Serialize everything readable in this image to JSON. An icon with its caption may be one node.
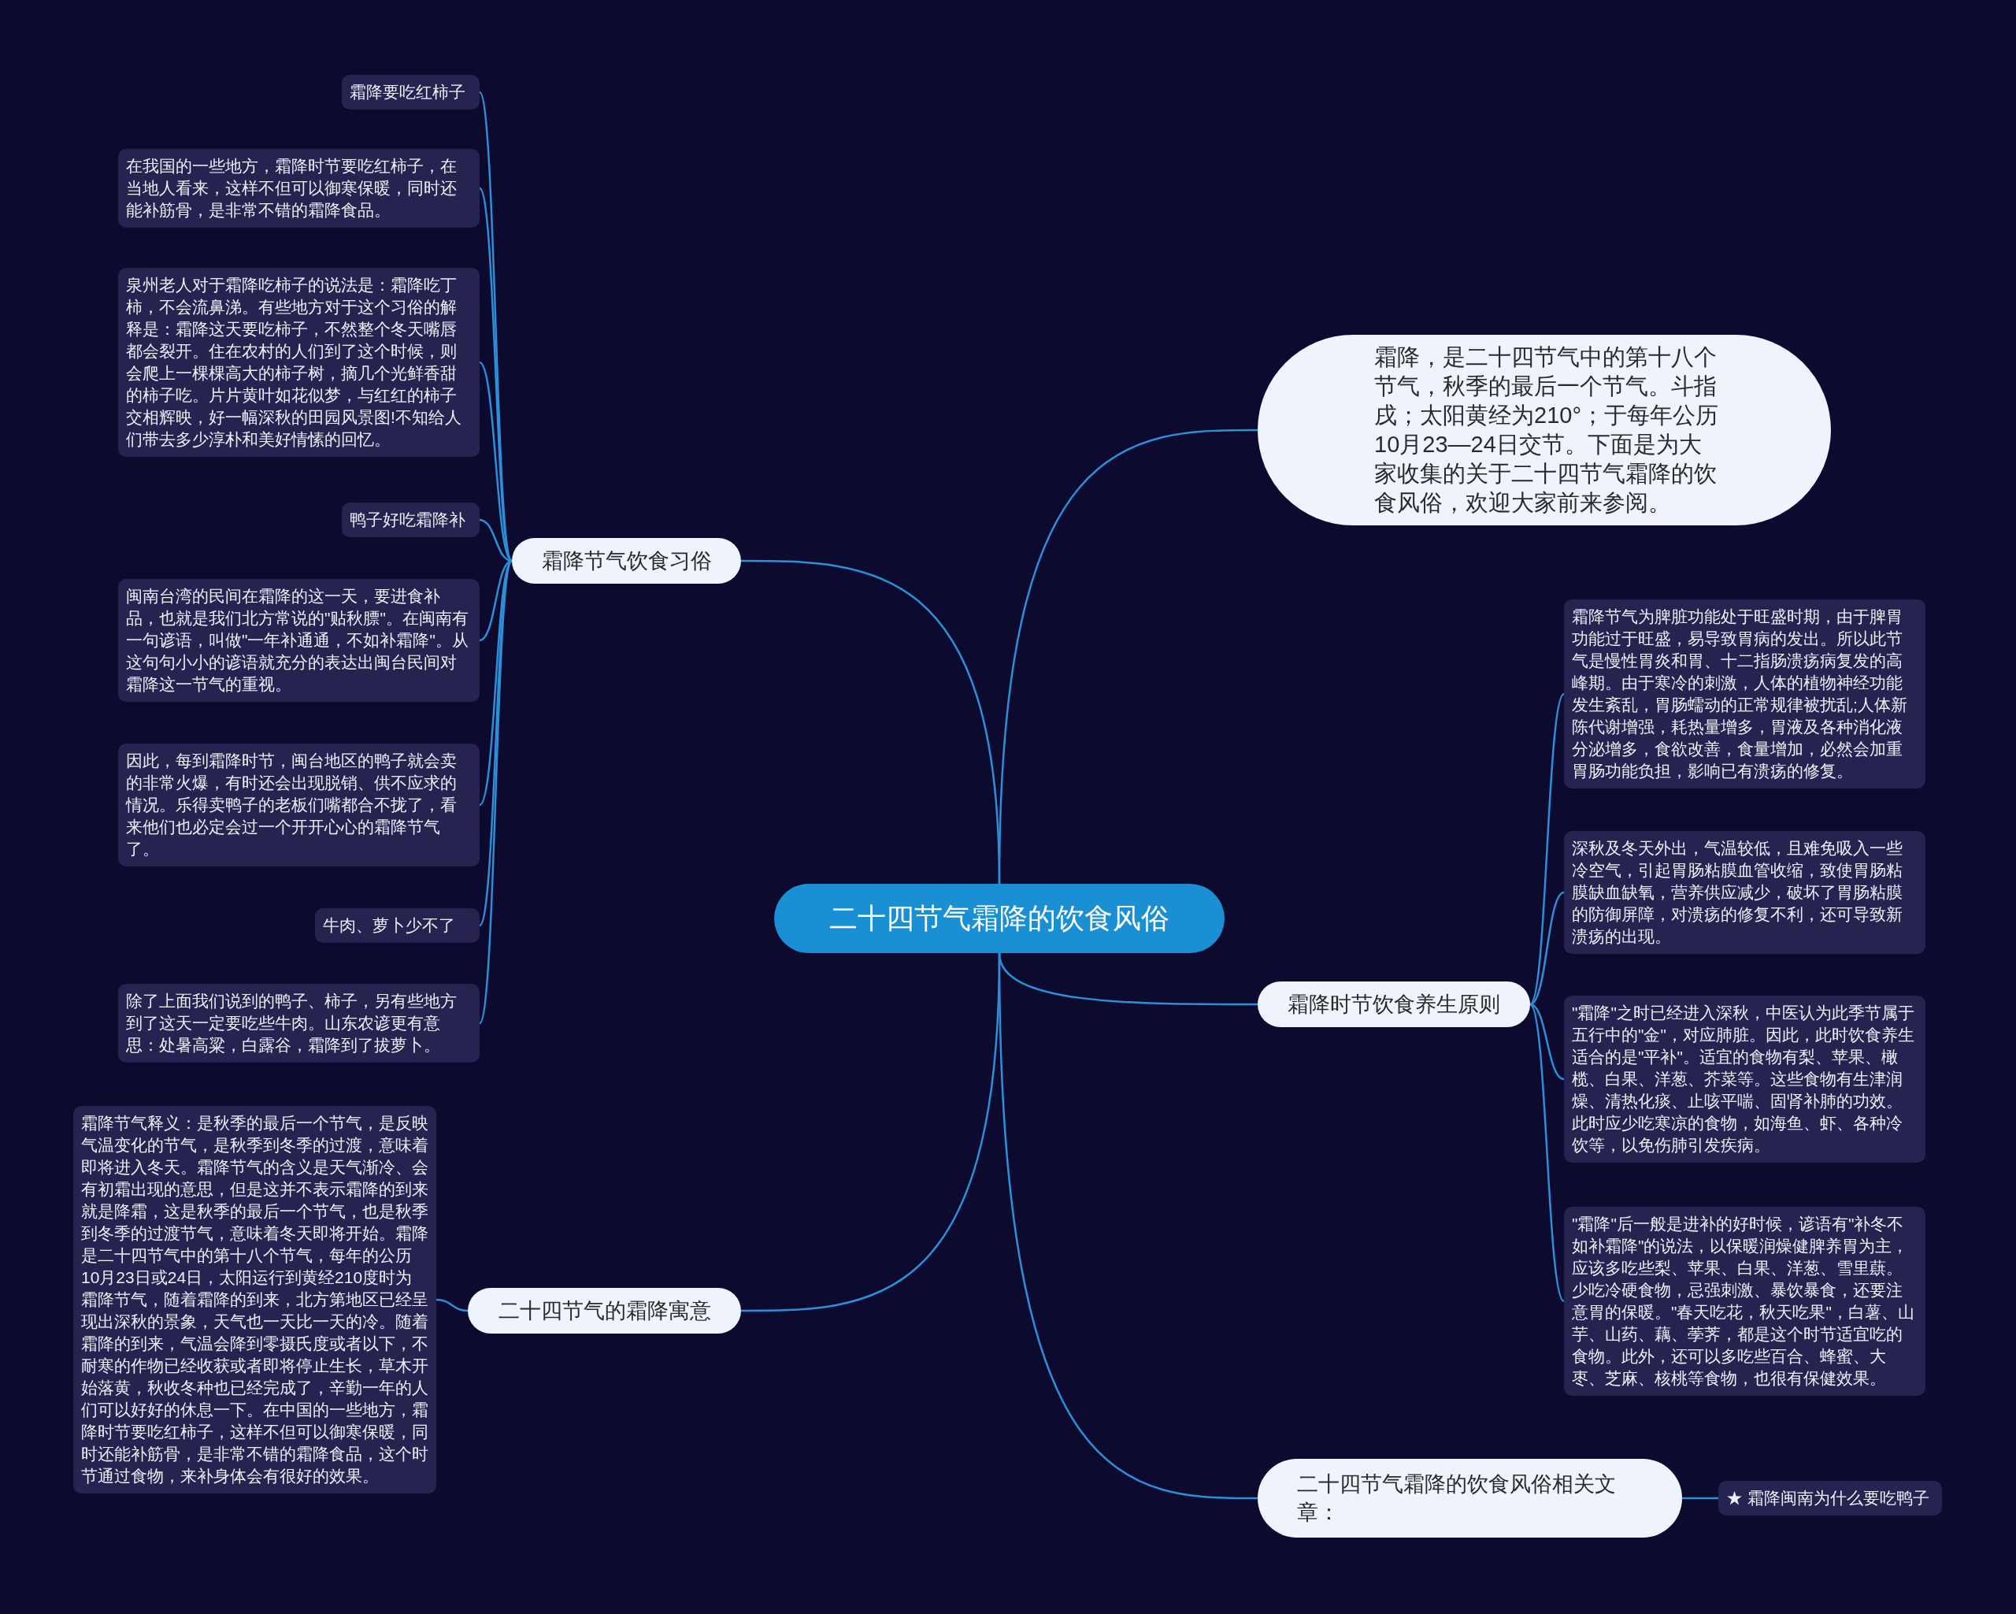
{
  "diagram": {
    "nodes": [
      {
        "text": [
          "二十四节气霜降的饮食风俗"
        ]
      },
      {
        "text": [
          "霜降，是二十四节气中的第十八个节气，秋季的最后一个节气。斗指戌；太阳黄经为210°；于每年公历10月23—24日交节。下面是为大家收集的关于二十四节气霜降的饮食风俗，欢迎大家前来参阅。"
        ]
      },
      {
        "text": [
          "霜降节气饮食习俗"
        ]
      },
      {
        "text": [
          "霜降要吃红柿子"
        ]
      },
      {
        "text": [
          "在我国的一些地方，霜降时节要吃红柿子，在当地人看来，这样不但可以御寒保暖，同时还能补筋骨，是非常不错的霜降食品。"
        ]
      },
      {
        "text": [
          "泉州老人对于霜降吃柿子的说法是：霜降吃丁柿，不会流鼻涕。有些地方对于这个习俗的解释是：霜降这天要吃柿子，不然整个冬天嘴唇都会裂开。住在农村的人们到了这个时候，则会爬上一棵棵高大的柿子树，摘几个光鲜香甜的柿子吃。片片黄叶如花似梦，与红红的柿子交相辉映，好一幅深秋的田园风景图!不知给人们带去多少淳朴和美好情愫的回忆。"
        ]
      },
      {
        "text": [
          "鸭子好吃霜降补"
        ]
      },
      {
        "text": [
          "闽南台湾的民间在霜降的这一天，要进食补品，也就是我们北方常说的\"贴秋膘\"。在闽南有一句谚语，叫做\"一年补通通，不如补霜降\"。从这句句小小的谚语就充分的表达出闽台民间对霜降这一节气的重视。"
        ]
      },
      {
        "text": [
          "因此，每到霜降时节，闽台地区的鸭子就会卖的非常火爆，有时还会出现脱销、供不应求的情况。乐得卖鸭子的老板们嘴都合不拢了，看来他们也必定会过一个开开心心的霜降节气了。"
        ]
      },
      {
        "text": [
          "牛肉、萝卜少不了"
        ]
      },
      {
        "text": [
          "除了上面我们说到的鸭子、柿子，另有些地方到了这天一定要吃些牛肉。山东农谚更有意思：处暑高粱，白露谷，霜降到了拔萝卜。"
        ]
      },
      {
        "text": [
          "霜降时节饮食养生原则"
        ]
      },
      {
        "text": [
          "霜降节气为脾脏功能处于旺盛时期，由于脾胃功能过于旺盛，易导致胃病的发出。所以此节气是慢性胃炎和胃、十二指肠溃疡病复发的高峰期。由于寒冷的刺激，人体的植物神经功能发生紊乱，胃肠蠕动的正常规律被扰乱;人体新陈代谢增强，耗热量增多，胃液及各种消化液分泌增多，食欲改善，食量增加，必然会加重胃肠功能负担，影响已有溃疡的修复。"
        ]
      },
      {
        "text": [
          "深秋及冬天外出，气温较低，且难免吸入一些冷空气，引起胃肠粘膜血管收缩，致使胃肠粘膜缺血缺氧，营养供应减少，破坏了胃肠粘膜的防御屏障，对溃疡的修复不利，还可导致新溃疡的出现。"
        ]
      },
      {
        "text": [
          "\"霜降\"之时已经进入深秋，中医认为此季节属于五行中的\"金\"，对应肺脏。因此，此时饮食养生适合的是\"平补\"。适宜的食物有梨、苹果、橄榄、白果、洋葱、芥菜等。这些食物有生津润燥、清热化痰、止咳平喘、固肾补肺的功效。此时应少吃寒凉的食物，如海鱼、虾、各种冷饮等，以免伤肺引发疾病。"
        ]
      },
      {
        "text": [
          "\"霜降\"后一般是进补的好时候，谚语有\"补冬不如补霜降\"的说法，以保暖润燥健脾养胃为主，应该多吃些梨、苹果、白果、洋葱、雪里蕻。少吃冷硬食物，忌强刺激、暴饮暴食，还要注意胃的保暖。\"春天吃花，秋天吃果\"，白薯、山芋、山药、藕、荸荠，都是这个时节适宜吃的食物。此外，还可以多吃些百合、蜂蜜、大枣、芝麻、核桃等食物，也很有保健效果。"
        ]
      },
      {
        "text": [
          "二十四节气的霜降寓意"
        ]
      },
      {
        "text": [
          "霜降节气释义：是秋季的最后一个节气，是反映气温变化的节气，是秋季到冬季的过渡，意味着即将进入冬天。霜降节气的含义是天气渐冷、会有初霜出现的意思，但是这并不表示霜降的到来就是降霜，这是秋季的最后一个节气，也是秋季到冬季的过渡节气，意味着冬天即将开始。霜降是二十四节气中的第十八个节气，每年的公历10月23日或24日，太阳运行到黄经210度时为霜降节气，随着霜降的到来，北方第地区已经呈现出深秋的景象，天气也一天比一天的冷。随着霜降的到来，气温会降到零摄氏度或者以下，不耐寒的作物已经收获或者即将停止生长，草木开始落黄，秋收冬种也已经完成了，辛勤一年的人们可以好好的休息一下。在中国的一些地方，霜降时节要吃红柿子，这样不但可以御寒保暖，同时还能补筋骨，是非常不错的霜降食品，这个时节通过食物，来补身体会有很好的效果。"
        ]
      },
      {
        "text": [
          "二十四节气霜降的饮食风俗相关文章："
        ]
      },
      {
        "text": [
          "★ 霜降闽南为什么要吃鸭子"
        ]
      }
    ],
    "edges": [
      {
        "from": 0,
        "to": 1,
        "arrow": "none"
      },
      {
        "from": 0,
        "to": 2,
        "arrow": "none"
      },
      {
        "from": 2,
        "to": 3,
        "arrow": "none"
      },
      {
        "from": 2,
        "to": 4,
        "arrow": "none"
      },
      {
        "from": 2,
        "to": 5,
        "arrow": "none"
      },
      {
        "from": 2,
        "to": 6,
        "arrow": "none"
      },
      {
        "from": 2,
        "to": 7,
        "arrow": "none"
      },
      {
        "from": 2,
        "to": 8,
        "arrow": "none"
      },
      {
        "from": 2,
        "to": 9,
        "arrow": "none"
      },
      {
        "from": 2,
        "to": 10,
        "arrow": "none"
      },
      {
        "from": 0,
        "to": 11,
        "arrow": "none"
      },
      {
        "from": 11,
        "to": 12,
        "arrow": "none"
      },
      {
        "from": 11,
        "to": 13,
        "arrow": "none"
      },
      {
        "from": 11,
        "to": 14,
        "arrow": "none"
      },
      {
        "from": 11,
        "to": 15,
        "arrow": "none"
      },
      {
        "from": 0,
        "to": 16,
        "arrow": "none"
      },
      {
        "from": 16,
        "to": 17,
        "arrow": "none"
      },
      {
        "from": 0,
        "to": 18,
        "arrow": "none"
      },
      {
        "from": 18,
        "to": 19,
        "arrow": "none"
      }
    ]
  }
}
